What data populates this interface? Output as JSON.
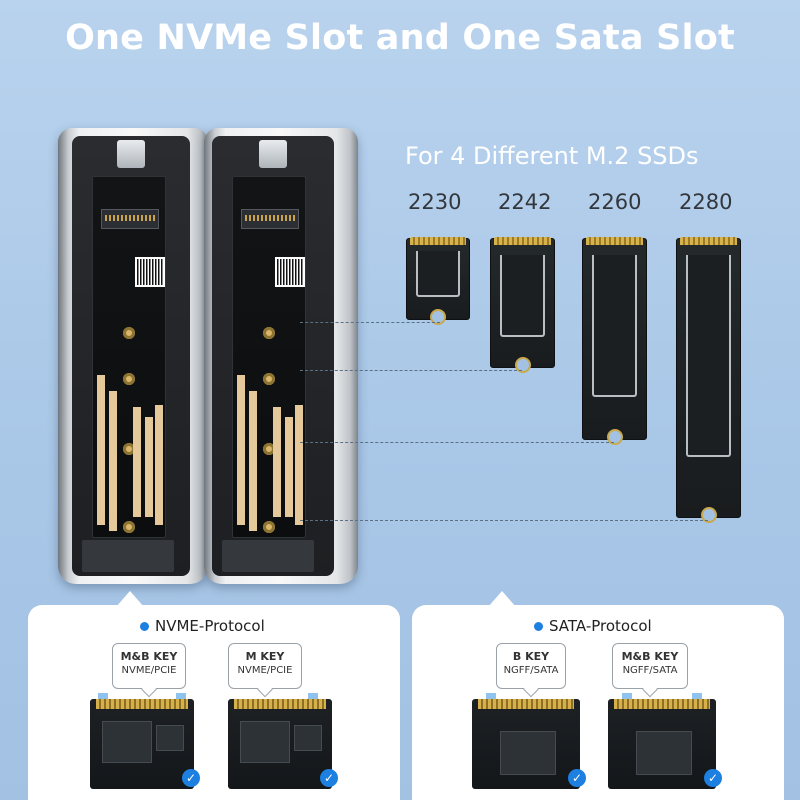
{
  "title": "One NVMe Slot and One Sata Slot",
  "subtitle": "For 4 Different M.2 SSDs",
  "sizes": [
    "2230",
    "2242",
    "2260",
    "2280"
  ],
  "nvme_panel": {
    "protocol_label": "NVME-Protocol",
    "keys": [
      {
        "name": "M&B KEY",
        "type": "NVME/PCIE"
      },
      {
        "name": "M KEY",
        "type": "NVME/PCIE"
      }
    ]
  },
  "sata_panel": {
    "protocol_label": "SATA-Protocol",
    "keys": [
      {
        "name": "B KEY",
        "type": "NGFF/SATA"
      },
      {
        "name": "M&B KEY",
        "type": "NGFF/SATA"
      }
    ]
  },
  "check_icon": "✓",
  "colors": {
    "accent": "#1d7fe0",
    "background": "#b9d3ee",
    "title": "#ffffff"
  }
}
